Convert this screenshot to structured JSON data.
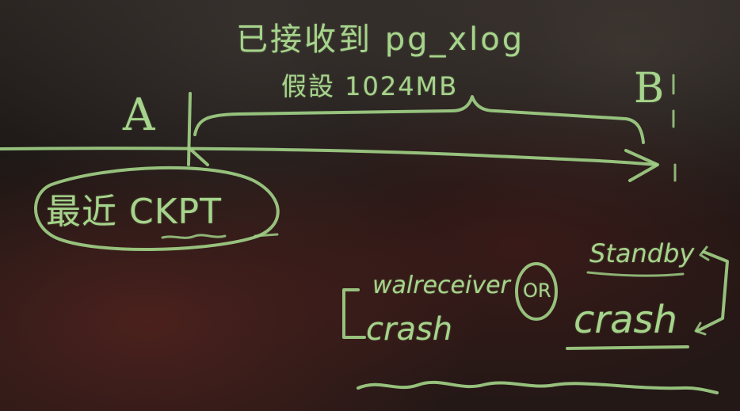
{
  "heading": "已接收到 pg_xlog",
  "assumption": "假設 1024MB",
  "point_a": "A",
  "point_b": "B",
  "checkpoint_label": "最近 CKPT",
  "walreceiver_line1": "walreceiver",
  "walreceiver_line2": "crash",
  "or_label": "OR",
  "standby_line1": "Standby",
  "standby_line2": "crash",
  "ink_color": "#9fcf86",
  "icons": [
    "arrow-right-icon",
    "brace-icon",
    "bracket-icon"
  ]
}
